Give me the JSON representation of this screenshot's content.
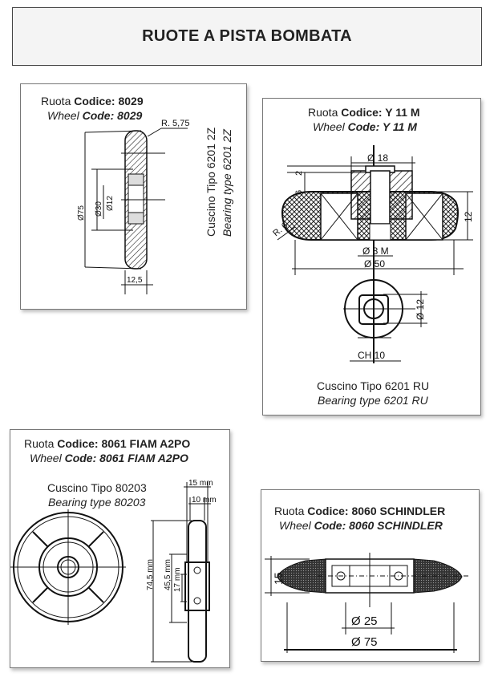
{
  "page": {
    "title": "RUOTE A PISTA BOMBATA"
  },
  "labels": {
    "ruota": "Ruota",
    "codice": "Codice:",
    "wheel": "Wheel",
    "code": "Code:",
    "cuscino_tipo": "Cuscino Tipo",
    "bearing_type": "Bearing type"
  },
  "wheels": [
    {
      "code": "8029",
      "bearing": "6201 2Z",
      "dimensions": {
        "radius": "R. 5,75",
        "outer_diameter": "Ø75",
        "hub_diameter": "Ø30",
        "bore_diameter": "Ø12",
        "width": "12,5"
      }
    },
    {
      "code": "Y 11 M",
      "bearing": "6201 RU",
      "dimensions": {
        "hub_diameter": "Ø 18",
        "step": "2",
        "hub_height": "6",
        "radius": "R. 6",
        "width": "12",
        "bore": "Ø 8 M",
        "outer_diameter": "Ø 50",
        "front_diameter": "Ø 12",
        "across_flats": "CH 10"
      }
    },
    {
      "code": "8061 FIAM A2PO",
      "bearing": "80203",
      "dimensions": {
        "overall_width": "15 mm",
        "tread_width": "10 mm",
        "outer_diameter": "74,5 mm",
        "hub_diameter": "45,5 mm",
        "bore_diameter": "17 mm"
      }
    },
    {
      "code": "8060 SCHINDLER",
      "dimensions": {
        "width": "15",
        "inner_diameter": "Ø 25",
        "outer_diameter": "Ø 75"
      }
    }
  ]
}
